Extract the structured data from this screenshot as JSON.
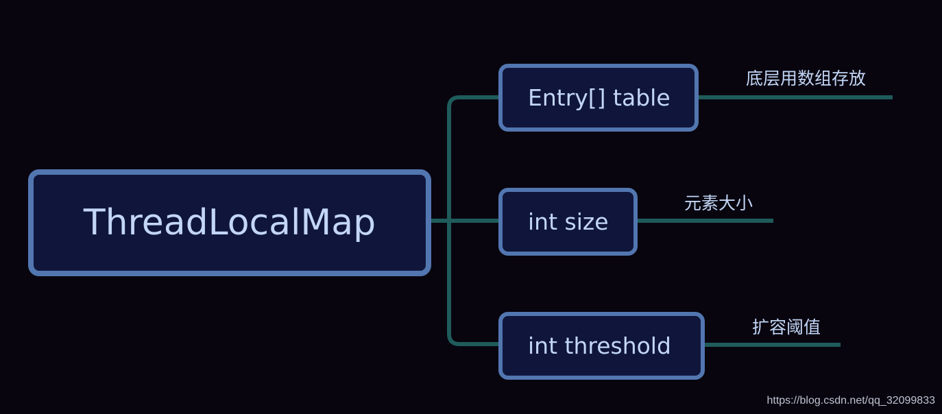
{
  "root": {
    "label": "ThreadLocalMap"
  },
  "children": [
    {
      "label": "Entry[] table",
      "note": "底层用数组存放"
    },
    {
      "label": "int size",
      "note": "元素大小"
    },
    {
      "label": "int threshold",
      "note": "扩容阈值"
    }
  ],
  "watermark": "https://blog.csdn.net/qq_32099833",
  "colors": {
    "background": "#08050f",
    "node_fill": "#10163b",
    "node_border": "#5276b0",
    "connector": "#1f5b5b",
    "text": "#c3d6f6"
  }
}
